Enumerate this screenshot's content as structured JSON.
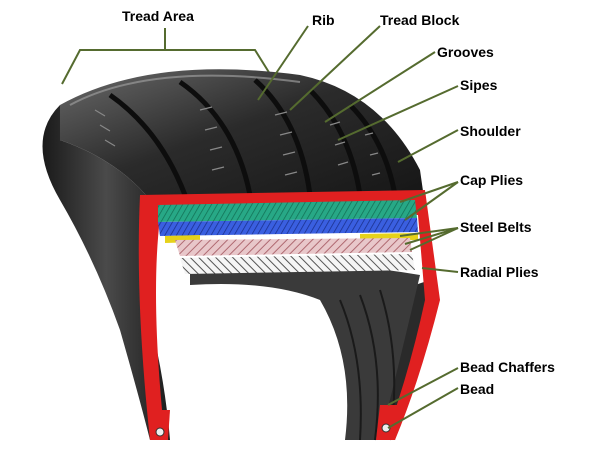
{
  "diagram": {
    "labels": {
      "tread_area": "Tread Area",
      "rib": "Rib",
      "tread_block": "Tread Block",
      "grooves": "Grooves",
      "sipes": "Sipes",
      "shoulder": "Shoulder",
      "cap_plies": "Cap Plies",
      "steel_belts": "Steel Belts",
      "radial_plies": "Radial Plies",
      "bead_chaffers": "Bead Chaffers",
      "bead": "Bead"
    },
    "colors": {
      "rubber": "#2a2a2a",
      "rubber_light": "#5a5a5a",
      "inner_liner": "#e02020",
      "cap_ply_teal": "#1f9e7a",
      "cap_ply_blue": "#2a4fd0",
      "steel_belt_yellow": "#e6d21a",
      "steel_belt_pink": "#d7a3a8",
      "radial_ply_white": "#f2f2f2",
      "leader_line": "#556b2f"
    }
  }
}
